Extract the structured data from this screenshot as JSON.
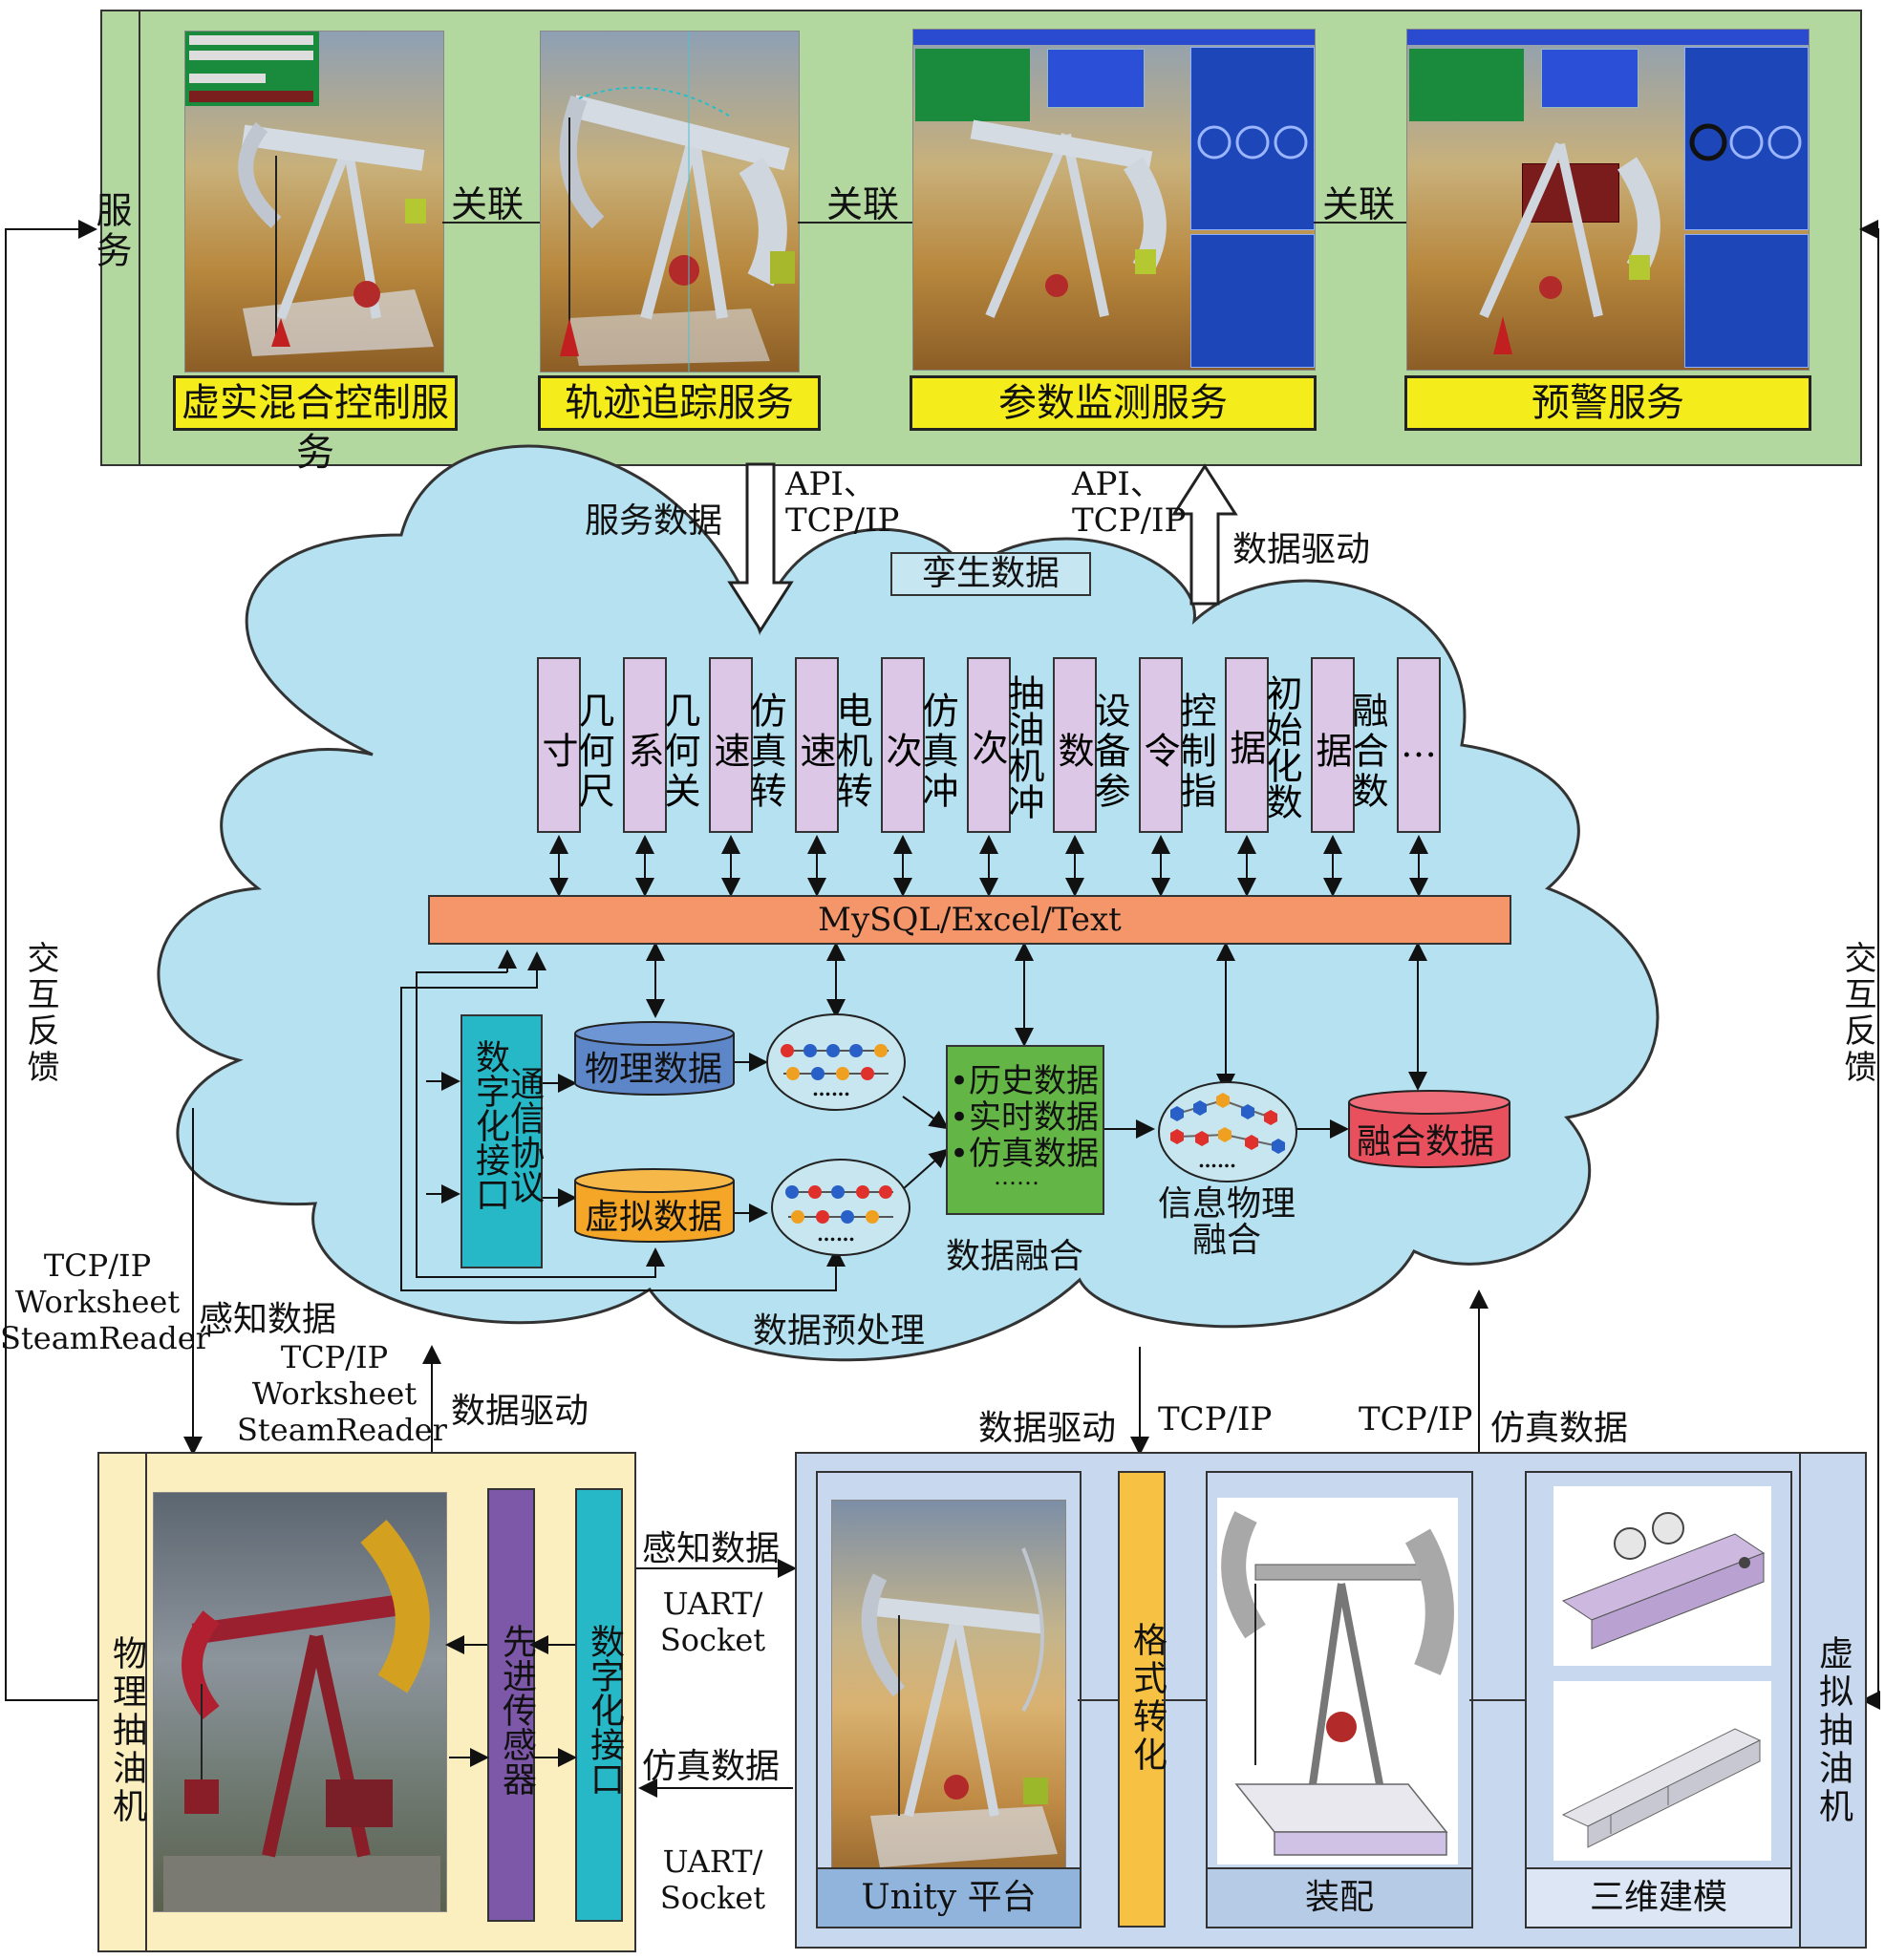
{
  "top": {
    "side_label": "服务",
    "link_label": "关联",
    "services": [
      "虚实混合控制服务",
      "轨迹追踪服务",
      "参数监测服务",
      "预警服务"
    ]
  },
  "arrows": {
    "service_data": "服务数据",
    "api_tcp_left": "API、\nTCP/IP",
    "api_tcp_right": "API、\nTCP/IP",
    "data_drive_top": "数据驱动",
    "interaction_feedback_left": "交互反馈",
    "interaction_feedback_right": "交互反馈",
    "left_protocols": "TCP/IP\nWorksheet\nSteamReader",
    "perception_data": "感知数据",
    "mid_protocols": "TCP/IP\nWorksheet\nSteamReader",
    "data_drive_mid": "数据驱动",
    "data_drive_right": "数据驱动",
    "tcp_ip_1": "TCP/IP",
    "tcp_ip_2": "TCP/IP",
    "sim_data_right": "仿真数据"
  },
  "cloud": {
    "title": "孪生数据",
    "columns": [
      "几何尺寸",
      "几何关系",
      "仿真转速",
      "电机转速",
      "仿真冲次",
      "抽油机冲次",
      "设备参数",
      "控制指令",
      "初始化数据",
      "融合数据",
      "…"
    ],
    "db_bar": "MySQL/Excel/Text",
    "interface_a": "数字化接口",
    "interface_b": "通信协议",
    "physical_data": "物理数据",
    "virtual_data": "虚拟数据",
    "fusion_list": [
      "•历史数据",
      "•实时数据",
      "•仿真数据",
      "……"
    ],
    "ellipsis": "……",
    "fusion_caption": "数据融合",
    "preprocess_caption": "数据预处理",
    "cps_caption": "信息物理\n融合",
    "fused_data": "融合数据"
  },
  "bottom_left": {
    "side_label": "物理抽油机",
    "sensor": "先进传感器",
    "interface": "数字化接口",
    "perception": "感知数据",
    "uart1": "UART/\nSocket",
    "sim_data": "仿真数据",
    "uart2": "UART/\nSocket"
  },
  "bottom_right": {
    "side_label": "虚拟抽油机",
    "format": "格式转化",
    "unity": "Unity 平台",
    "assembly": "装配",
    "modeling": "三维建模"
  },
  "colors": {
    "top_bg": "#b3d89f",
    "cloud": "#b5e1f0",
    "bottom_left_bg": "#fbefc0",
    "bottom_right_bg": "#c7d8ef",
    "label_yellow": "#f5ec1c",
    "purple_col": "#dcc7e6",
    "db_bar": "#f4966a",
    "teal": "#26b8c6",
    "blue_db": "#5c86c8",
    "orange_db": "#f5a626",
    "green_box": "#63b646",
    "red_db": "#e9505e",
    "sensor_purple": "#7d57a8",
    "format_yellow": "#f7c243"
  }
}
